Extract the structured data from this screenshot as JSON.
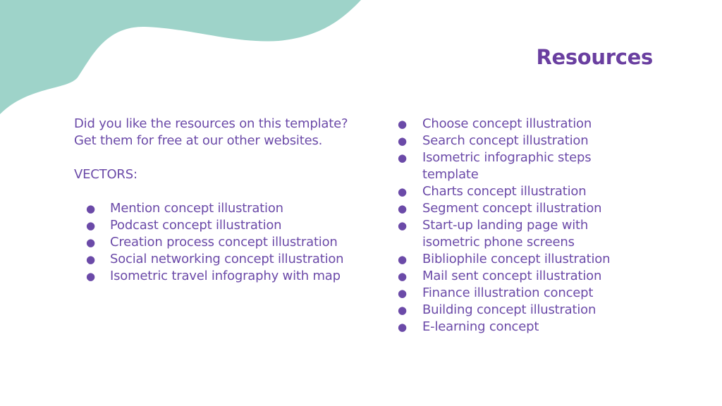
{
  "colors": {
    "title": "#6a3fa0",
    "text": "#6b4aa8",
    "blob": "#9ed3c9",
    "background": "#ffffff"
  },
  "slide": {
    "title": "Resources",
    "intro": "Did you like the resources on this template? Get them for free at our other websites.",
    "section_label": "VECTORS:",
    "bullet_char": "●",
    "left_items": [
      "Mention concept illustration",
      "Podcast concept illustration",
      "Creation process concept illustration",
      "Social networking concept illustration",
      "Isometric travel infography with map"
    ],
    "right_items": [
      "Choose concept illustration",
      "Search concept illustration",
      "Isometric infographic steps template",
      "Charts concept illustration",
      "Segment concept illustration",
      "Start-up landing page with isometric phone screens",
      "Bibliophile concept illustration",
      "Mail sent concept illustration",
      "Finance illustration concept",
      "Building concept illustration",
      "E-learning concept"
    ]
  }
}
